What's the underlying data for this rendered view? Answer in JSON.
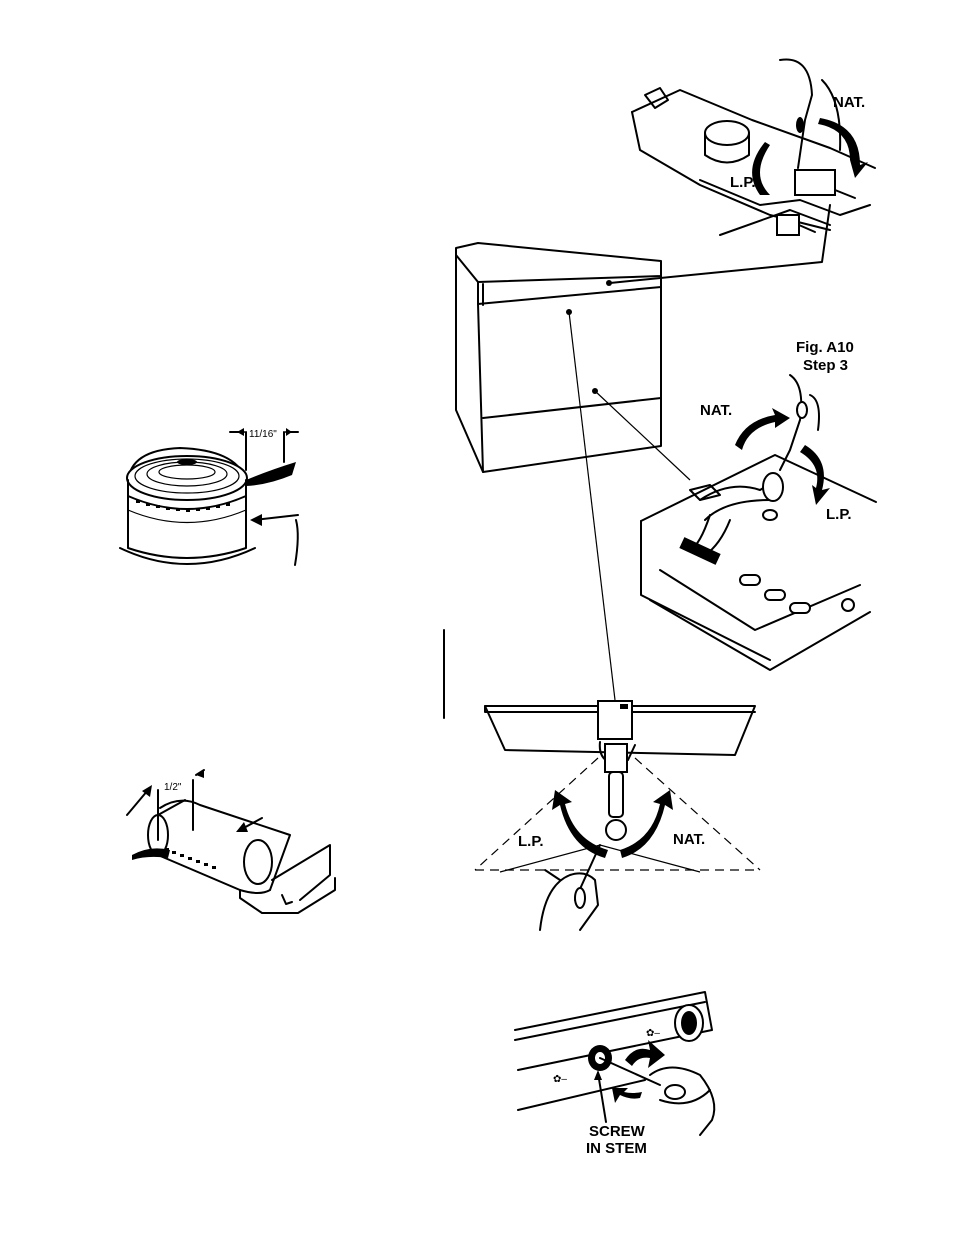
{
  "figures": {
    "valve_top": {
      "nat_label": "NAT.",
      "lp_label": "L.P."
    },
    "fig_a10": {
      "caption_line1": "Fig. A10",
      "caption_line2": "Step 3",
      "nat_label": "NAT.",
      "lp_label": "L.P."
    },
    "oven_valve": {
      "lp_label": "L.P.",
      "nat_label": "NAT."
    },
    "top_burner": {
      "dimension": "11/16\""
    },
    "oven_burner": {
      "dimension": "1/2\""
    },
    "control_knob": {
      "caption_line1": "SCREW",
      "caption_line2": "IN STEM"
    }
  }
}
